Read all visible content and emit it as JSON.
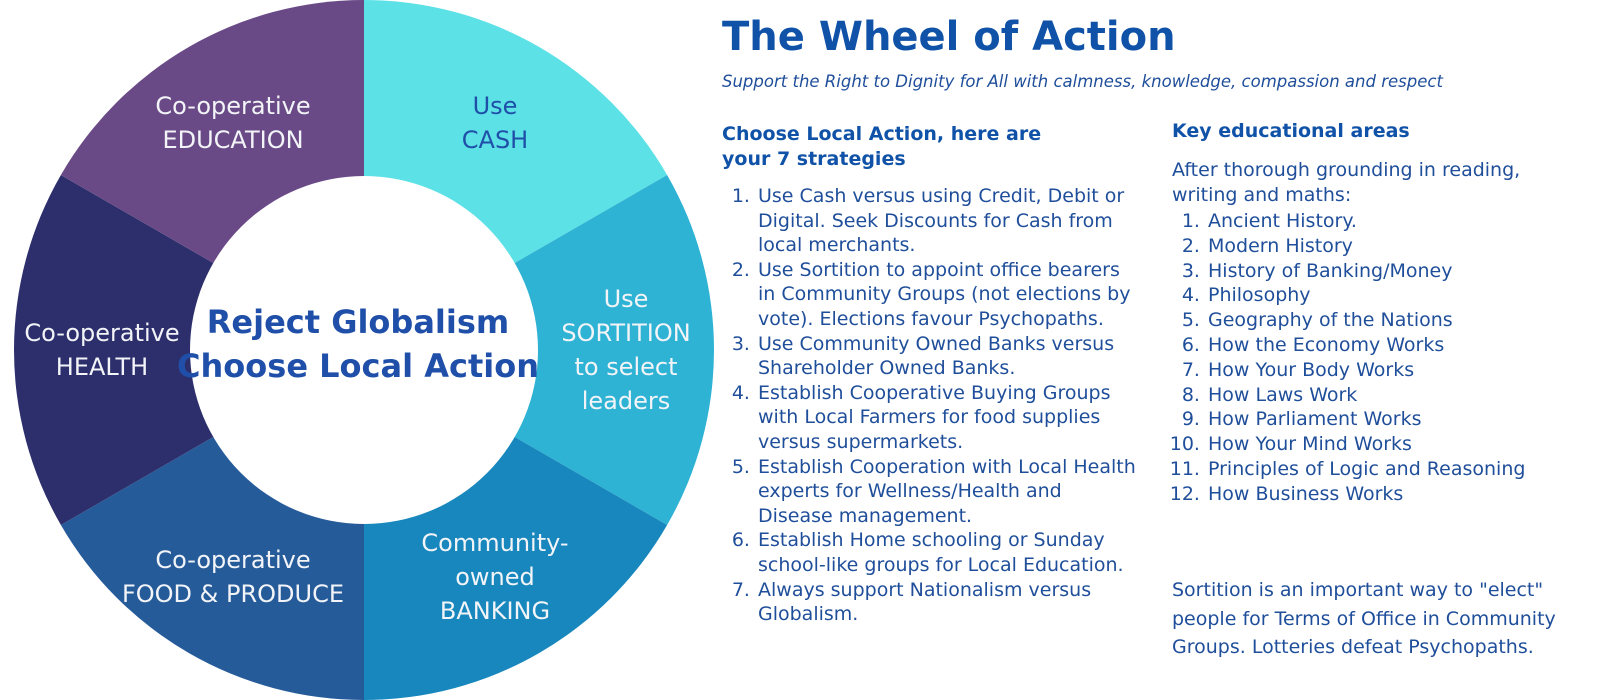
{
  "wheel": {
    "segments": [
      {
        "id": "cash",
        "lines": [
          "Use",
          "CASH"
        ],
        "color": "#5ce1e6",
        "text_color": "#1f4fa8"
      },
      {
        "id": "sortition",
        "lines": [
          "Use",
          "SORTITION",
          "to select",
          "leaders"
        ],
        "color": "#2eb3d4",
        "text_color": "#f2f4f8"
      },
      {
        "id": "banking",
        "lines": [
          "Community-",
          "owned",
          "BANKING"
        ],
        "color": "#1787bd",
        "text_color": "#f2f4f8"
      },
      {
        "id": "food",
        "lines": [
          "Co-operative",
          "FOOD & PRODUCE"
        ],
        "color": "#265b9a",
        "text_color": "#f2f4f8"
      },
      {
        "id": "health",
        "lines": [
          "Co-operative",
          "HEALTH"
        ],
        "color": "#2d2f6c",
        "text_color": "#f2f4f8"
      },
      {
        "id": "education",
        "lines": [
          "Co-operative",
          "EDUCATION"
        ],
        "color": "#6a4a86",
        "text_color": "#f2f4f8"
      }
    ],
    "center": [
      "Reject Globalism",
      "Choose Local Action"
    ]
  },
  "title": "The Wheel of Action",
  "subtitle": "Support the Right to Dignity for All with calmness, knowledge, compassion and respect",
  "strategies": {
    "heading": "Choose Local Action, here are your 7 strategies",
    "items": [
      "Use Cash versus using Credit, Debit or Digital. Seek Discounts for Cash from local merchants.",
      "Use Sortition to appoint office bearers in Community Groups (not elections by vote). Elections favour Psychopaths.",
      "Use Community Owned Banks versus Shareholder Owned Banks.",
      "Establish Cooperative Buying Groups with Local Farmers for food supplies versus supermarkets.",
      "Establish Cooperation with Local Health experts for Wellness/Health and Disease management.",
      "Establish Home schooling or Sunday school-like groups for Local Education.",
      "Always support Nationalism versus Globalism."
    ]
  },
  "education": {
    "heading": "Key educational areas",
    "intro": "After thorough grounding in reading, writing and maths:",
    "items": [
      "Ancient History.",
      "Modern History",
      "History of Banking/Money",
      "Philosophy",
      "Geography of the Nations",
      "How the Economy Works",
      "How Your Body Works",
      "How Laws Work",
      "How Parliament Works",
      "How Your Mind Works",
      "Principles of Logic and Reasoning",
      "How Business Works"
    ]
  },
  "footer_note": "Sortition is an important way to \"elect\" people for Terms of Office in Community Groups. Lotteries defeat Psychopaths."
}
